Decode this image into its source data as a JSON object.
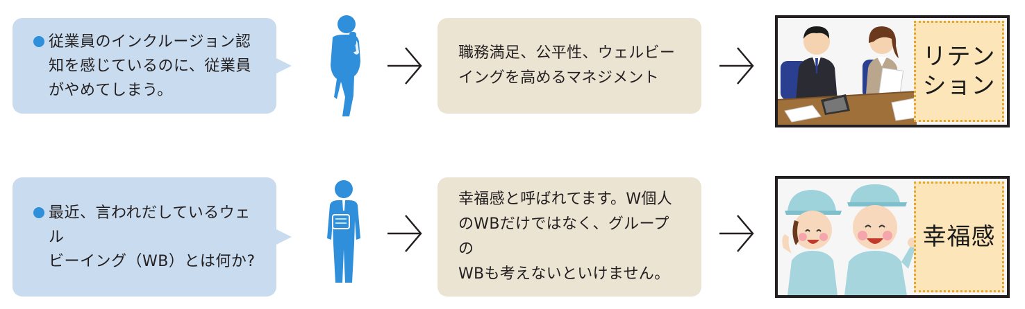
{
  "rows": [
    {
      "bubble_lines": [
        "従業員のインクルージョン認",
        "知を感じているのに、従業員",
        "がやめてしまう。"
      ],
      "box_lines": [
        "職務満足、公平性、ウェルビー",
        "イングを高めるマネジメント"
      ],
      "result_lines": [
        "リテン",
        "ション"
      ]
    },
    {
      "bubble_lines": [
        "最近、言われだしているウェル",
        "ビーイング（WB）とは何か?"
      ],
      "box_lines": [
        "幸福感と呼ばれてます。W個人",
        "のWBだけではなく、グループの",
        "WBも考えないといけません。"
      ],
      "result_lines": [
        "幸福感"
      ]
    }
  ],
  "colors": {
    "bubble_bg": "#c9dcef",
    "box_bg": "#ece4d3",
    "figure_blue": "#2f8fdb",
    "label_bg": "#fce6b9",
    "label_border": "#e8a52c"
  },
  "icons": {
    "row1_figure": "thinking-person-icon",
    "row2_figure": "person-with-document-icon",
    "arrow": "chevron-arrow-right-icon"
  }
}
